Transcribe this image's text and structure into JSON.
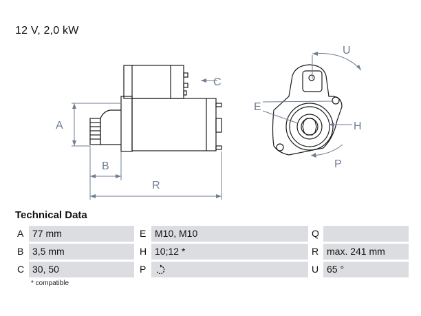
{
  "header": {
    "spec": "12 V, 2,0 kW"
  },
  "drawing": {
    "labels": {
      "a": "A",
      "b": "B",
      "c": "C",
      "e": "E",
      "h": "H",
      "p": "P",
      "r": "R",
      "u": "U"
    },
    "line_color": "#1a1a1a",
    "dim_color": "#6f7d93"
  },
  "tech": {
    "title": "Technical Data",
    "rows": [
      {
        "k1": "A",
        "v1": "77 mm",
        "k2": "E",
        "v2": "M10, M10",
        "k3": "Q",
        "v3": ""
      },
      {
        "k1": "B",
        "v1": "3,5 mm",
        "k2": "H",
        "v2": "10;12 *",
        "k3": "R",
        "v3": "max. 241 mm"
      },
      {
        "k1": "C",
        "v1": "30, 50",
        "k2": "P",
        "v2": "",
        "k3": "U",
        "v3": "65 °"
      }
    ],
    "p_icon": "clockwise-rotation-icon",
    "footnote": "* compatible"
  }
}
